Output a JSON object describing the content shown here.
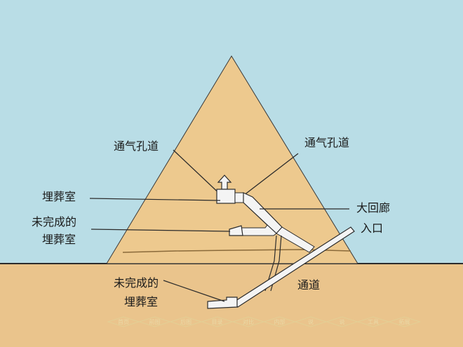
{
  "labels": {
    "air_shaft_left": "通气孔道",
    "air_shaft_right": "通气孔道",
    "burial_chamber": "埋葬室",
    "unfinished_upper_line1": "未完成的",
    "unfinished_upper_line2": "埋葬室",
    "grand_gallery": "大回廊",
    "entrance": "入口",
    "passage": "通道",
    "unfinished_lower_line1": "未完成的",
    "unfinished_lower_line2": "埋葬室"
  },
  "nav": {
    "items": [
      "首页",
      "前图",
      "后图",
      "目录",
      "对比",
      "内部",
      "说",
      "说",
      "工具",
      "拓展"
    ]
  },
  "colors": {
    "sky": "#b9dde6",
    "sand": "#edc98e",
    "ground": "#eac48c",
    "line": "#2b2b2b",
    "chamber_fill": "#f4f4f4",
    "nav_text": "#e9d9a6"
  }
}
